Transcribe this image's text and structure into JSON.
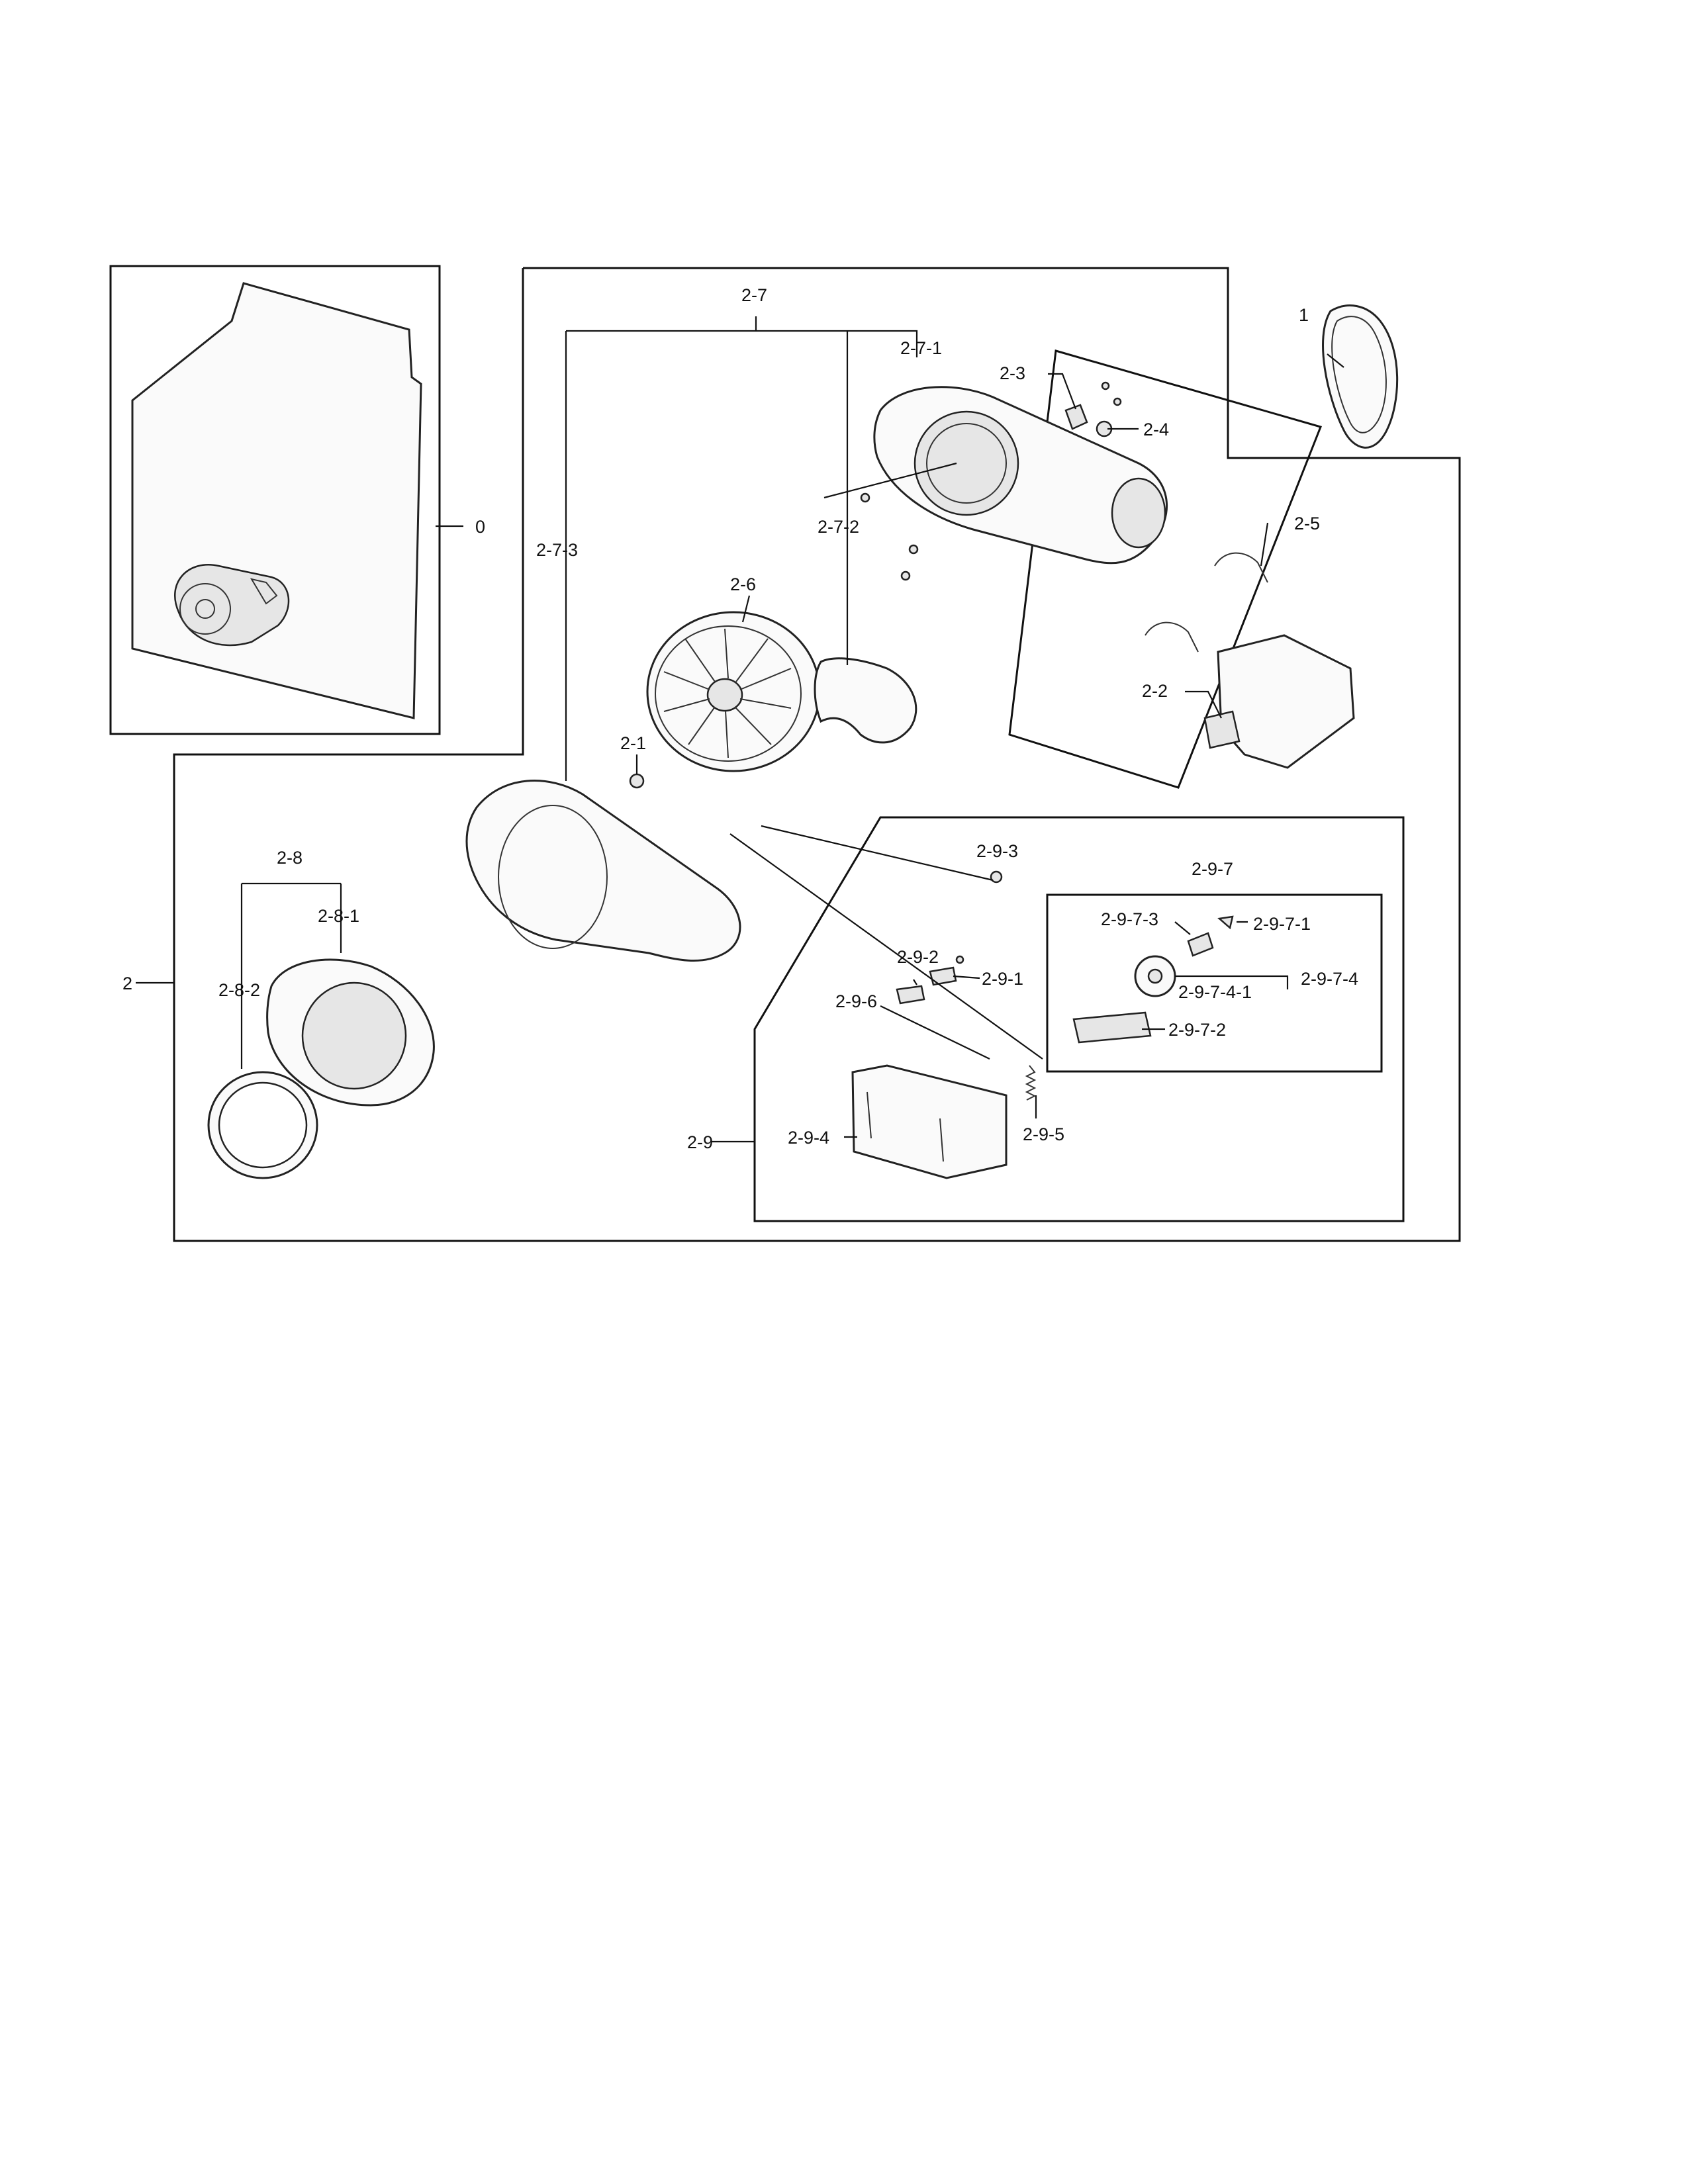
{
  "labels": {
    "l0": "0",
    "l1": "1",
    "l2": "2",
    "l2_1": "2-1",
    "l2_2": "2-2",
    "l2_3": "2-3",
    "l2_4": "2-4",
    "l2_5": "2-5",
    "l2_6": "2-6",
    "l2_7": "2-7",
    "l2_7_1": "2-7-1",
    "l2_7_2": "2-7-2",
    "l2_7_3": "2-7-3",
    "l2_8": "2-8",
    "l2_8_1": "2-8-1",
    "l2_8_2": "2-8-2",
    "l2_9": "2-9",
    "l2_9_1": "2-9-1",
    "l2_9_2": "2-9-2",
    "l2_9_3": "2-9-3",
    "l2_9_4": "2-9-4",
    "l2_9_5": "2-9-5",
    "l2_9_6": "2-9-6",
    "l2_9_7": "2-9-7",
    "l2_9_7_1": "2-9-7-1",
    "l2_9_7_2": "2-9-7-2",
    "l2_9_7_3": "2-9-7-3",
    "l2_9_7_4": "2-9-7-4",
    "l2_9_7_4_1": "2-9-7-4-1"
  },
  "colors": {
    "line": "#111111",
    "background": "#ffffff"
  }
}
